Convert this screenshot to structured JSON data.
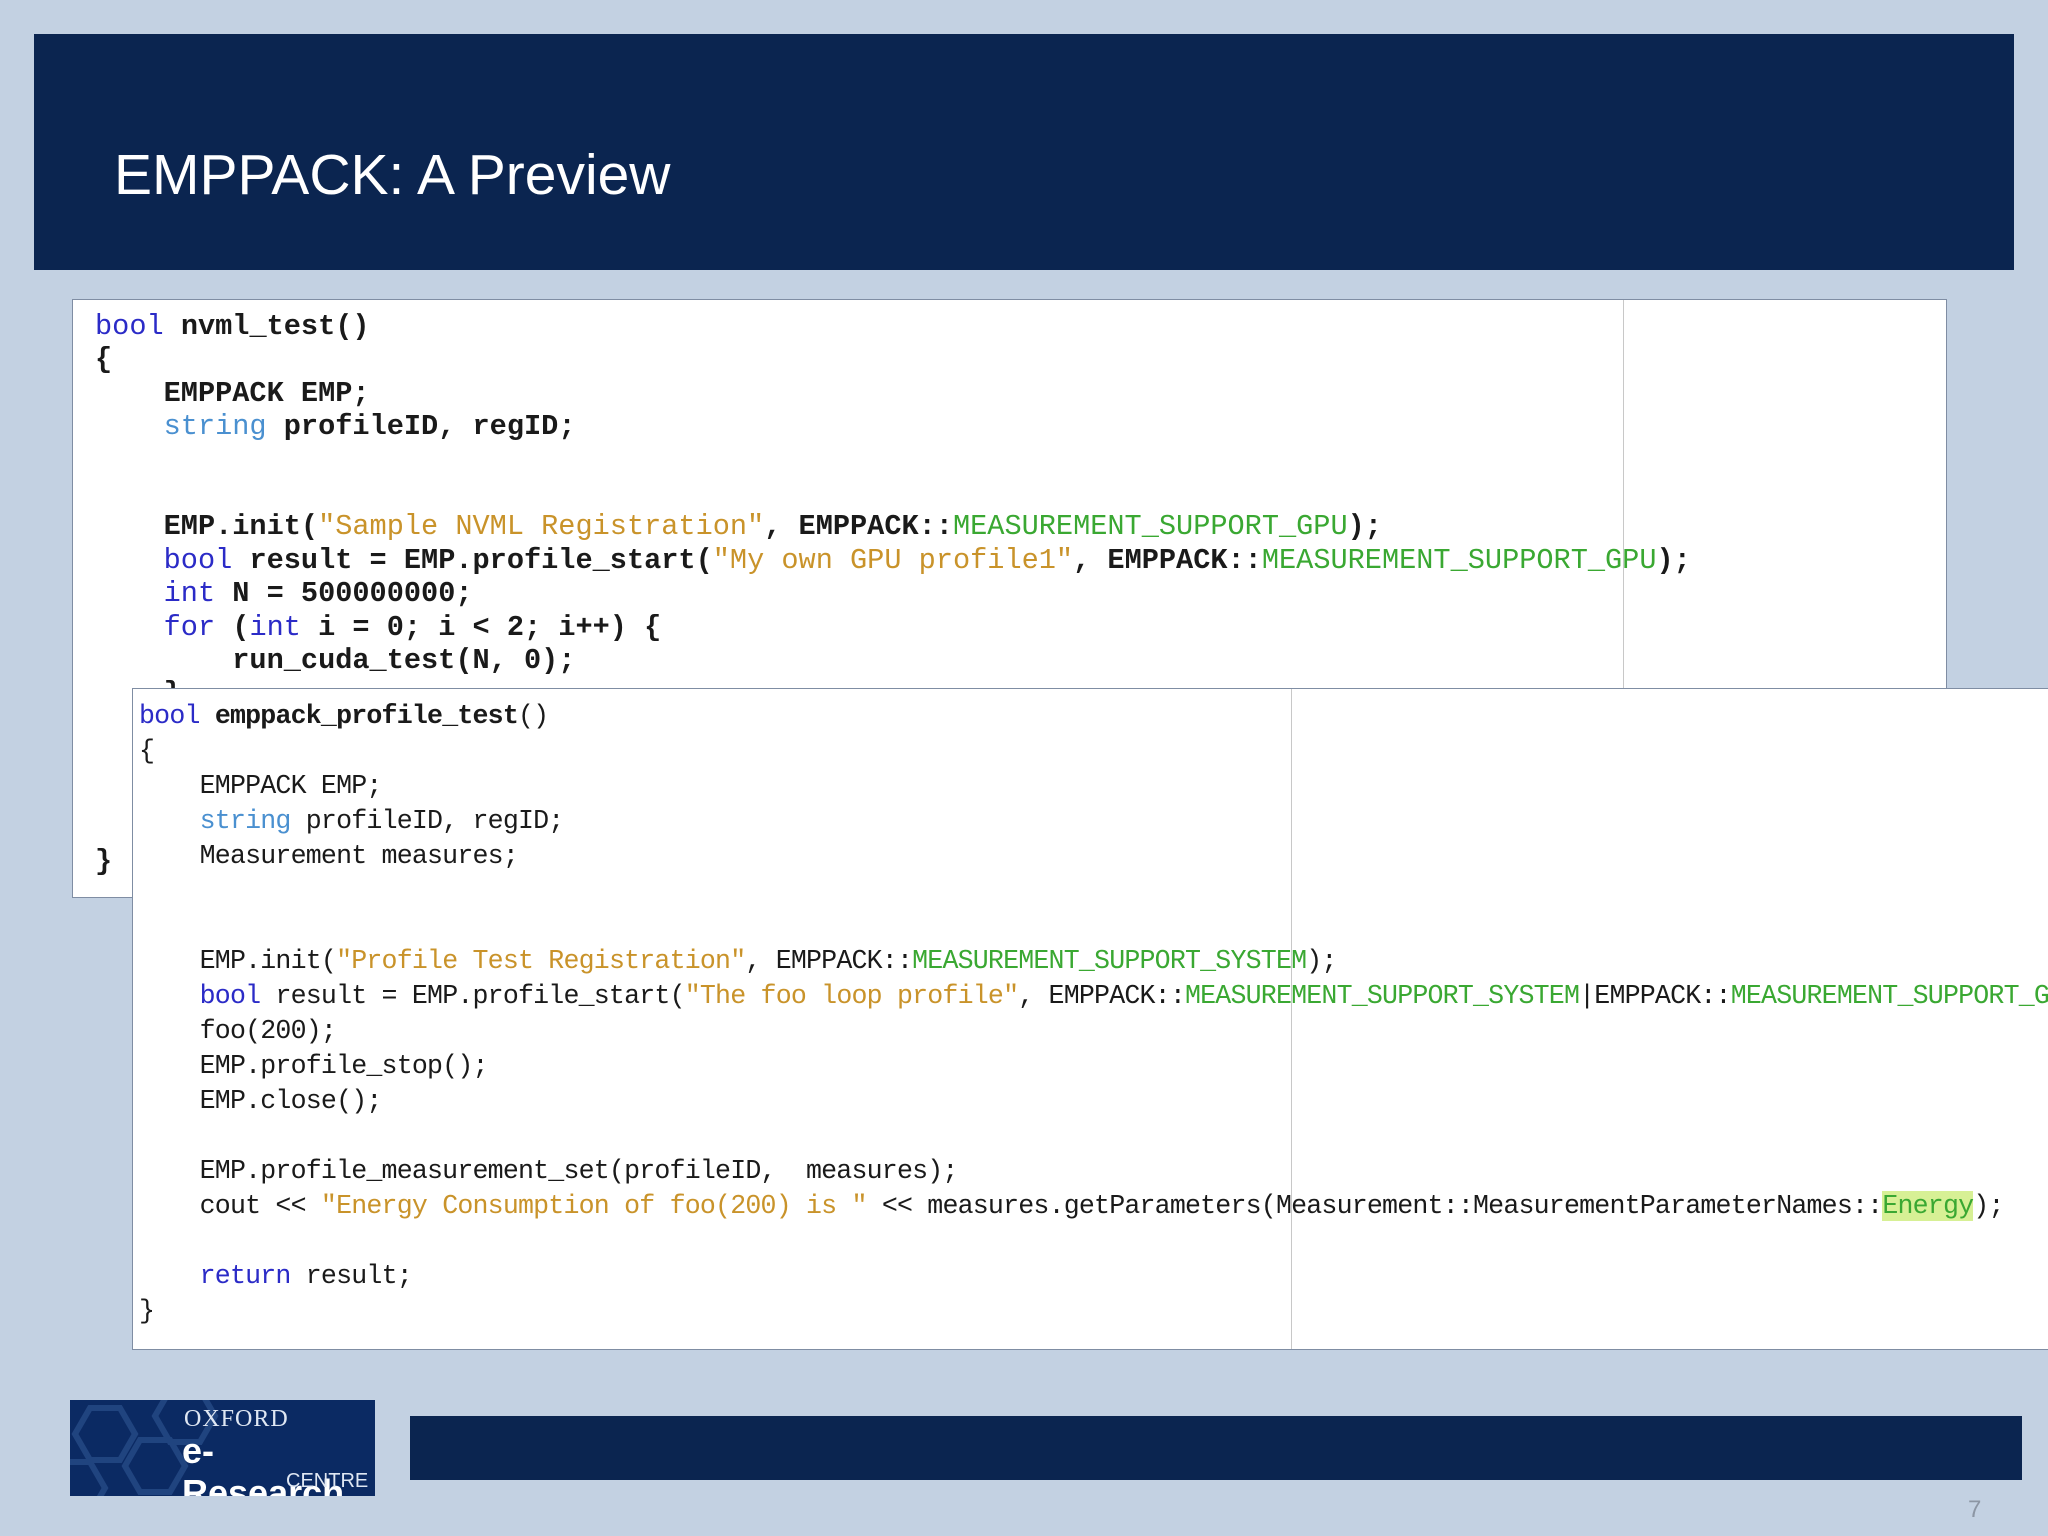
{
  "slide": {
    "title": "EMPPACK: A Preview",
    "page_number": "7"
  },
  "logo": {
    "line1": "OXFORD",
    "line2": "e-Research",
    "line3": "CENTRE"
  },
  "code_panel_1": {
    "lines": [
      [
        {
          "t": "bool",
          "c": "kw"
        },
        {
          "t": " "
        },
        {
          "t": "nvml_test",
          "c": "fn"
        },
        {
          "t": "()"
        }
      ],
      [
        {
          "t": "{"
        }
      ],
      [
        {
          "t": "    EMPPACK EMP;"
        }
      ],
      [
        {
          "t": "    "
        },
        {
          "t": "string",
          "c": "ty"
        },
        {
          "t": " profileID, regID;"
        }
      ],
      [
        {
          "t": ""
        }
      ],
      [
        {
          "t": ""
        }
      ],
      [
        {
          "t": "    EMP.init("
        },
        {
          "t": "\"Sample NVML Registration\"",
          "c": "str"
        },
        {
          "t": ", EMPPACK::"
        },
        {
          "t": "MEASUREMENT_SUPPORT_GPU",
          "c": "cst"
        },
        {
          "t": ");"
        }
      ],
      [
        {
          "t": "    "
        },
        {
          "t": "bool",
          "c": "kw"
        },
        {
          "t": " result = EMP.profile_start("
        },
        {
          "t": "\"My own GPU profile1\"",
          "c": "str"
        },
        {
          "t": ", EMPPACK::"
        },
        {
          "t": "MEASUREMENT_SUPPORT_GPU",
          "c": "cst"
        },
        {
          "t": ");"
        }
      ],
      [
        {
          "t": "    "
        },
        {
          "t": "int",
          "c": "kw"
        },
        {
          "t": " N = 500000000;"
        }
      ],
      [
        {
          "t": "    "
        },
        {
          "t": "for",
          "c": "kw"
        },
        {
          "t": " ("
        },
        {
          "t": "int",
          "c": "kw"
        },
        {
          "t": " i = 0; i < 2; i++) {"
        }
      ],
      [
        {
          "t": "        run_cuda_test(N, 0);"
        }
      ],
      [
        {
          "t": "    }"
        }
      ],
      [
        {
          "t": ""
        }
      ],
      [
        {
          "t": ""
        }
      ],
      [
        {
          "t": ""
        }
      ],
      [
        {
          "t": ""
        }
      ],
      [
        {
          "t": "}"
        }
      ]
    ]
  },
  "code_panel_2": {
    "lines": [
      [
        {
          "t": "bool",
          "c": "kw"
        },
        {
          "t": " "
        },
        {
          "t": "emppack_profile_test",
          "c": "fn"
        },
        {
          "t": "()"
        }
      ],
      [
        {
          "t": "{"
        }
      ],
      [
        {
          "t": "    EMPPACK EMP;"
        }
      ],
      [
        {
          "t": "    "
        },
        {
          "t": "string",
          "c": "ty"
        },
        {
          "t": " profileID, regID;"
        }
      ],
      [
        {
          "t": "    Measurement measures;"
        }
      ],
      [
        {
          "t": ""
        }
      ],
      [
        {
          "t": ""
        }
      ],
      [
        {
          "t": "    EMP.init("
        },
        {
          "t": "\"Profile Test Registration\"",
          "c": "str"
        },
        {
          "t": ", EMPPACK::"
        },
        {
          "t": "MEASUREMENT_SUPPORT_SYSTEM",
          "c": "cst"
        },
        {
          "t": ");"
        }
      ],
      [
        {
          "t": "    "
        },
        {
          "t": "bool",
          "c": "kw"
        },
        {
          "t": " result = EMP.profile_start("
        },
        {
          "t": "\"The foo loop profile\"",
          "c": "str"
        },
        {
          "t": ", EMPPACK::"
        },
        {
          "t": "MEASUREMENT_SUPPORT_SYSTEM",
          "c": "cst"
        },
        {
          "t": "|EMPPACK::"
        },
        {
          "t": "MEASUREMENT_SUPPORT_GPU",
          "c": "cst"
        },
        {
          "t": ");"
        }
      ],
      [
        {
          "t": "    foo(200);"
        }
      ],
      [
        {
          "t": "    EMP.profile_stop();"
        }
      ],
      [
        {
          "t": "    EMP.close();"
        }
      ],
      [
        {
          "t": ""
        }
      ],
      [
        {
          "t": "    EMP.profile_measurement_set(profileID,  measures);"
        }
      ],
      [
        {
          "t": "    cout << "
        },
        {
          "t": "\"Energy Consumption of foo(200) is \"",
          "c": "str"
        },
        {
          "t": " << measures.getParameters(Measurement::MeasurementParameterNames::"
        },
        {
          "t": "Energy",
          "c": "hl"
        },
        {
          "t": ");"
        }
      ],
      [
        {
          "t": ""
        }
      ],
      [
        {
          "t": "    "
        },
        {
          "t": "return",
          "c": "kw"
        },
        {
          "t": " result;"
        }
      ],
      [
        {
          "t": "}"
        }
      ]
    ]
  }
}
